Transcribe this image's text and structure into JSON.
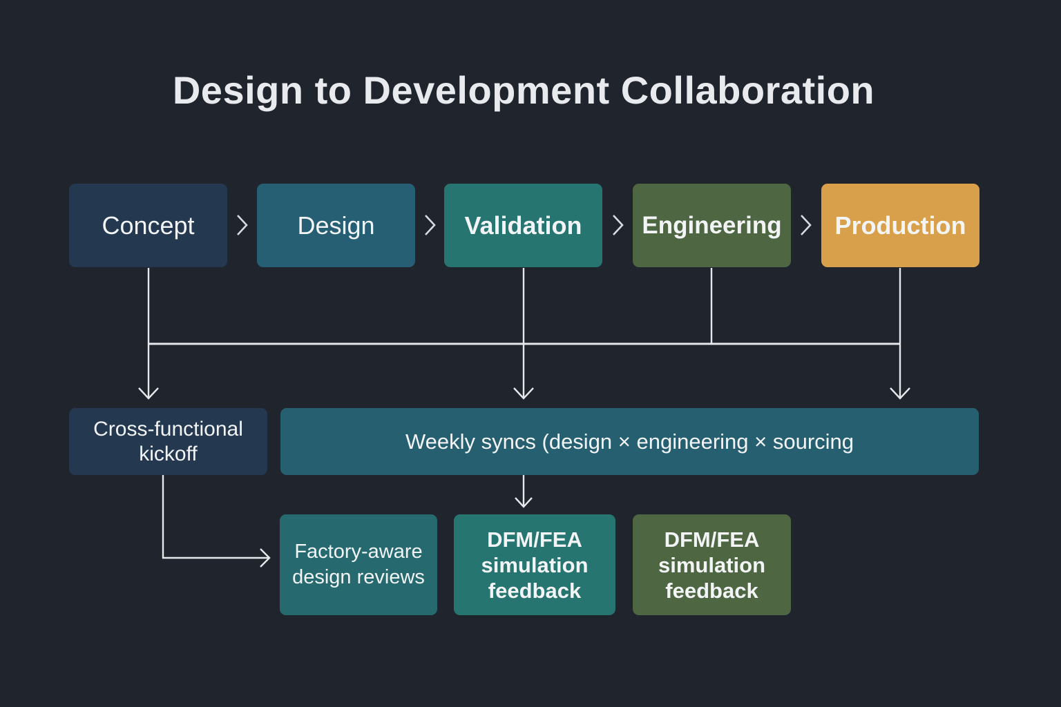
{
  "title": "Design to Development Collaboration",
  "stages": [
    {
      "label": "Concept",
      "color": "#24384f"
    },
    {
      "label": "Design",
      "color": "#265f74"
    },
    {
      "label": "Validation",
      "color": "#267570"
    },
    {
      "label": "Engineering",
      "color": "#4f6642"
    },
    {
      "label": "Production",
      "color": "#d9a04c"
    }
  ],
  "activities": {
    "kickoff": {
      "label": "Cross-functional kickoff",
      "color": "#24384f"
    },
    "weekly_syncs": {
      "label": "Weekly syncs (design × engineering × sourcing",
      "color": "#266070"
    }
  },
  "outputs": [
    {
      "label": "Factory-aware design reviews",
      "color": "#266a70"
    },
    {
      "label": "DFM/FEA simulation feedback",
      "color": "#267570"
    },
    {
      "label": "DFM/FEA simulation feedback",
      "color": "#4f6642"
    }
  ],
  "connector_color": "#e6e8eb"
}
